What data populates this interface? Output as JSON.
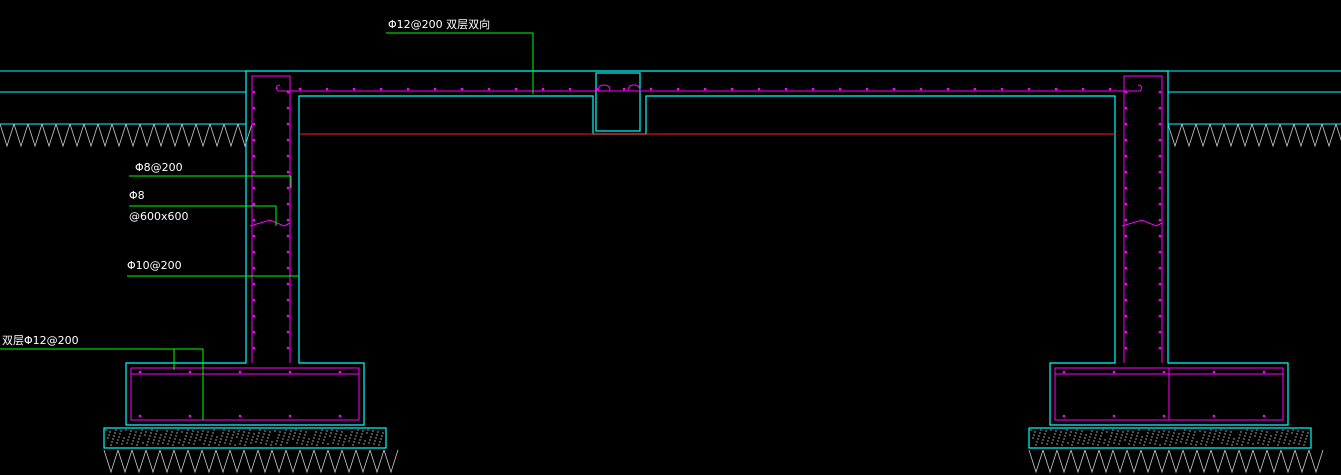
{
  "labels": {
    "top_slab_rebar": "Φ12@200 双层双向",
    "wall_stirrup_a": "Φ8@200",
    "wall_tie_diameter": "Φ8",
    "wall_tie_spacing": "@600x600",
    "wall_stirrup_b": "Φ10@200",
    "base_slab_rebar": "双层Φ12@200"
  },
  "colors": {
    "background": "#000000",
    "concrete_outline": "#00ffff",
    "rebar": "#ff00ff",
    "leader_line": "#00ff00",
    "slab_line": "#ff2020",
    "soil_hatch": "#c8c8c8",
    "label_text": "#ffffff"
  }
}
